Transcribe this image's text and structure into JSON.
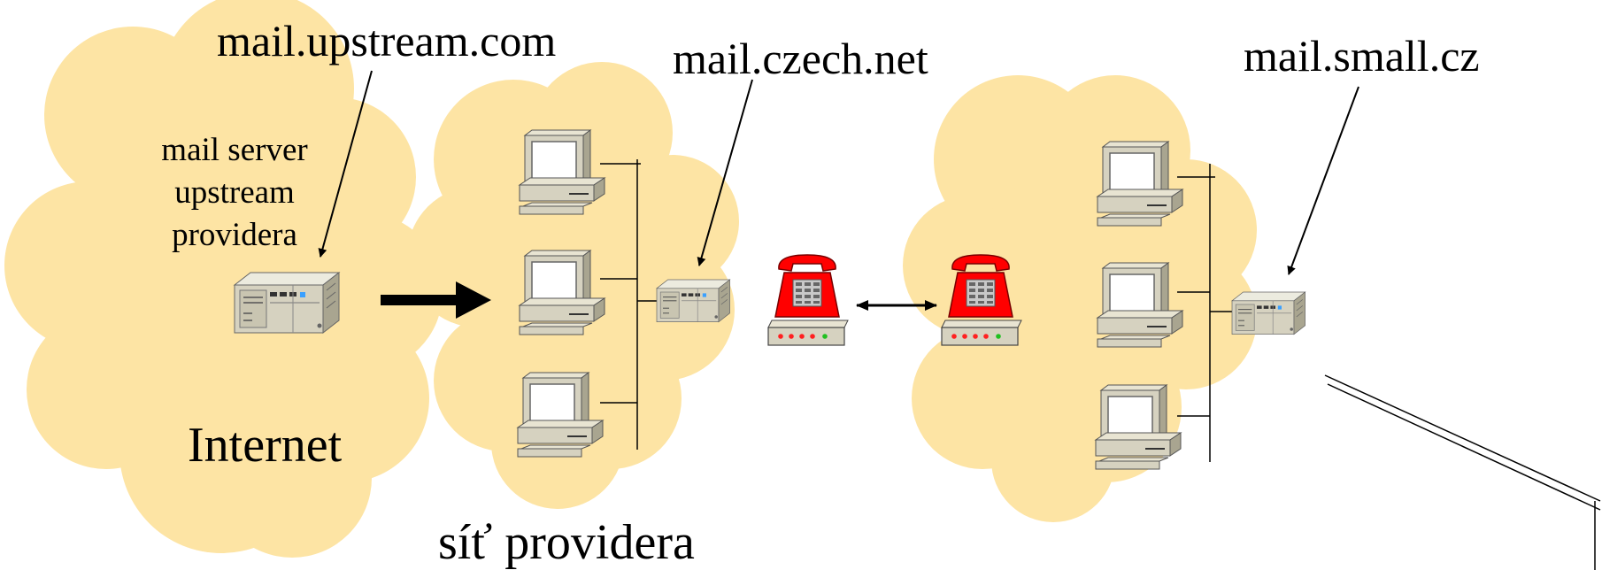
{
  "labels": {
    "upstream_host": "mail.upstream.com",
    "czech_host": "mail.czech.net",
    "small_host": "mail.small.cz",
    "upstream_desc": [
      "mail server",
      "upstream",
      "providera"
    ],
    "internet": "Internet",
    "provider_net": "síť providera"
  },
  "colors": {
    "cloud_fill": "#fde4a4",
    "phone_red": "#ff0000",
    "device_beige": "#d6d2c0",
    "screen_white": "#ffffff",
    "line": "#000000"
  },
  "icons": [
    "cloud-shape",
    "desktop-computer-icon",
    "mail-server-icon",
    "telephone-modem-icon",
    "arrow-right-icon",
    "double-arrow-icon"
  ]
}
